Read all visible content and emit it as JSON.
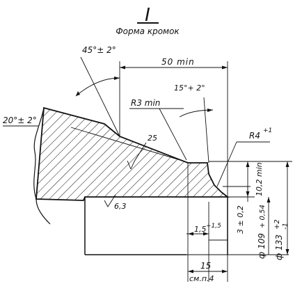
{
  "title": {
    "numeral": "I",
    "caption": "Форма кромок"
  },
  "angles": {
    "bevel_outer": "45°± 2°",
    "bevel_left": "20°± 2°",
    "bevel_inner": "15°+ 2°"
  },
  "lengths": {
    "overall": "50 min",
    "radius_upper": "R3 min",
    "radius_lower_main": "R4",
    "radius_lower_sup": "+1",
    "step_width": "15",
    "step_ref": "см.п.4",
    "land_main": "1,5",
    "land_tol": "+1,5"
  },
  "roughness": {
    "chamfer": "25",
    "bore": "6,3"
  },
  "vertical_dims": {
    "root_height": "10,2 min",
    "root_face": "3 ± 0,2",
    "inner_dia_main": "ф 109",
    "inner_dia_tol": "+ 0,54",
    "outer_dia_main": "ф 133",
    "outer_dia_tol_up": "+2",
    "outer_dia_tol_low": "-1"
  },
  "colors": {
    "ink": "#111111",
    "paper": "#ffffff"
  }
}
